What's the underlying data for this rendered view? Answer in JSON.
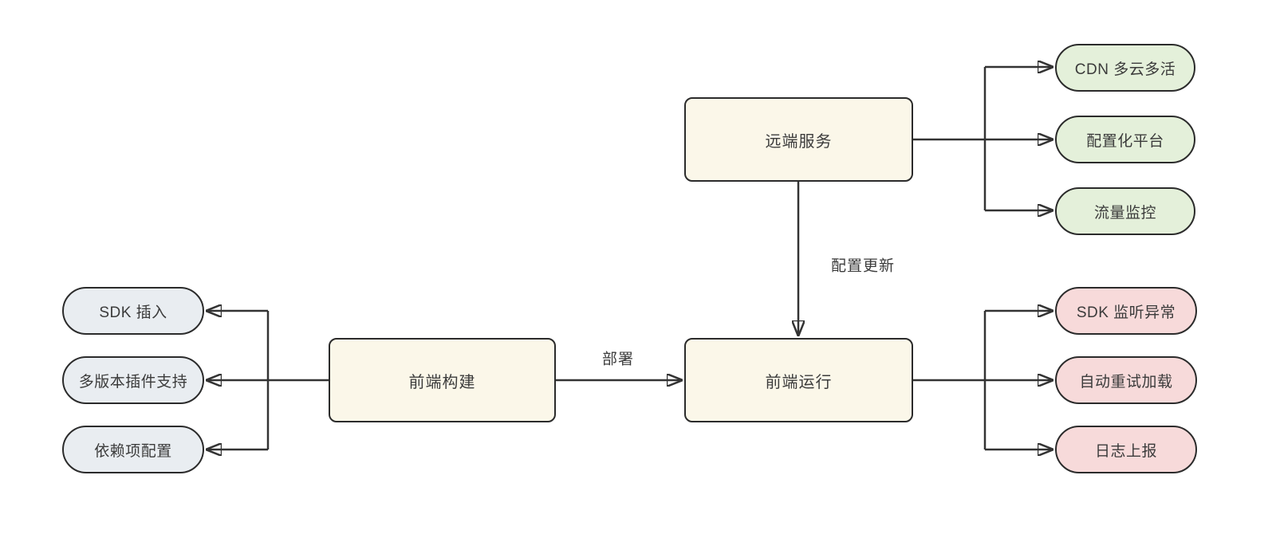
{
  "colors": {
    "node_fill": "#FBF7E9",
    "green_fill": "#E4F0DA",
    "pink_fill": "#F7DADA",
    "gray_fill": "#E9EDF1",
    "border": "#2B2B2B",
    "line": "#333333",
    "text": "#3B3B3B",
    "bg": "#FFFFFF"
  },
  "nodes": {
    "remote_service": {
      "label": "远端服务"
    },
    "frontend_build": {
      "label": "前端构建"
    },
    "frontend_run": {
      "label": "前端运行"
    }
  },
  "edges": {
    "deploy": {
      "label": "部署"
    },
    "config_update": {
      "label": "配置更新"
    }
  },
  "remote_children": [
    {
      "label": "CDN 多云多活"
    },
    {
      "label": "配置化平台"
    },
    {
      "label": "流量监控"
    }
  ],
  "build_children": [
    {
      "label": "SDK 插入"
    },
    {
      "label": "多版本插件支持"
    },
    {
      "label": "依赖项配置"
    }
  ],
  "run_children": [
    {
      "label": "SDK 监听异常"
    },
    {
      "label": "自动重试加载"
    },
    {
      "label": "日志上报"
    }
  ]
}
